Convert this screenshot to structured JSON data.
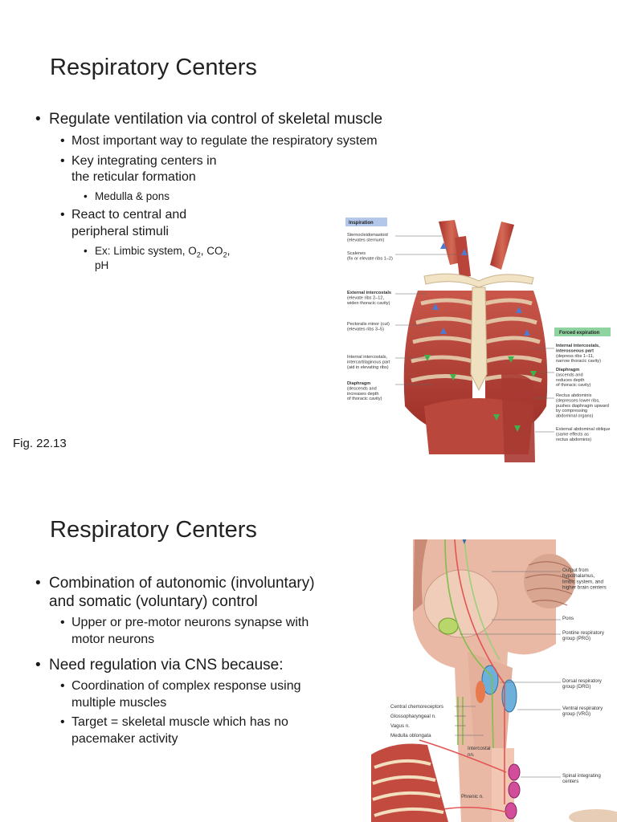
{
  "slide1": {
    "title": "Respiratory Centers",
    "b1": "Regulate ventilation via control of skeletal muscle",
    "b1_1": "Most important way to regulate the respiratory system",
    "b1_2a": "Key integrating centers in",
    "b1_2b": "the reticular formation",
    "b1_2_1": "Medulla & pons",
    "b1_3a": "React to central and",
    "b1_3b": "peripheral stimuli",
    "b1_3_1_pre": "Ex:  Limbic system, O",
    "b1_3_1_sub1": "2",
    "b1_3_1_mid": ", CO",
    "b1_3_1_sub2": "2",
    "b1_3_1_post": ",",
    "b1_3_1_line2": "pH",
    "fig_caption": "Fig. 22.13",
    "figure": {
      "tag_insp": "Inspiration",
      "tag_forced": "Forced expiration",
      "left_labels": [
        {
          "bold": "",
          "lines": [
            "Sternocleidomastoid",
            "(elevates sternum)"
          ]
        },
        {
          "bold": "",
          "lines": [
            "Scalenes",
            "(fix or elevate ribs 1–2)"
          ]
        },
        {
          "bold": "External intercostals",
          "lines": [
            "(elevate ribs 2–12,",
            "widen thoracic cavity)"
          ]
        },
        {
          "bold": "",
          "lines": [
            "Pectoralis minor (cut)",
            "(elevates ribs 3–5)"
          ]
        },
        {
          "bold": "",
          "lines": [
            "Internal intercostals,",
            "intercartilaginous part",
            "(aid in elevating ribs)"
          ]
        },
        {
          "bold": "Diaphragm",
          "lines": [
            "(descends and",
            "increases depth",
            "of thoracic cavity)"
          ]
        }
      ],
      "right_labels": [
        {
          "bold": "Internal intercostals,",
          "bold2": "interosseous part",
          "lines": [
            "(depress ribs 1–11,",
            "narrow thoracic cavity)"
          ]
        },
        {
          "bold": "Diaphragm",
          "bold2": "",
          "lines": [
            "(ascends and",
            "reduces depth",
            "of thoracic cavity)"
          ]
        },
        {
          "bold": "",
          "bold2": "",
          "lines": [
            "Rectus abdominis",
            "(depresses lower ribs,",
            "pushes diaphragm upward",
            "by compressing",
            "abdominal organs)"
          ]
        },
        {
          "bold": "",
          "bold2": "",
          "lines": [
            "External abdominal oblique",
            "(same effects as",
            "rectus abdominis)"
          ]
        }
      ]
    }
  },
  "slide2": {
    "title": "Respiratory Centers",
    "b1a": "Combination of autonomic (involuntary)",
    "b1b": "and somatic (voluntary) control",
    "b1_1a": "Upper or pre-motor neurons synapse with",
    "b1_1b": "motor neurons",
    "b2": "Need regulation via CNS because:",
    "b2_1a": "Coordination of complex response using",
    "b2_1b": "multiple muscles",
    "b2_2a": "Target = skeletal muscle which has no",
    "b2_2b": "pacemaker activity",
    "figure": {
      "right_labels": [
        [
          "Output from",
          "hypothalamus,",
          "limbic system, and",
          "higher brain centers"
        ],
        [
          "Pons"
        ],
        [
          "Pontine respiratory",
          "group (PRG)"
        ],
        [
          "Dorsal respiratory",
          "group (DRG)"
        ],
        [
          "Ventral respiratory",
          "group (VRG)"
        ],
        [
          "Spinal integrating",
          "centers"
        ]
      ],
      "left_labels": [
        "Central chemoreceptors",
        "Glossopharyngeal n.",
        "Vagus n.",
        "Medulla oblongata"
      ],
      "intercostal_a": "Intercostal",
      "intercostal_b": "nn.",
      "phrenic": "Phrenic n."
    }
  }
}
